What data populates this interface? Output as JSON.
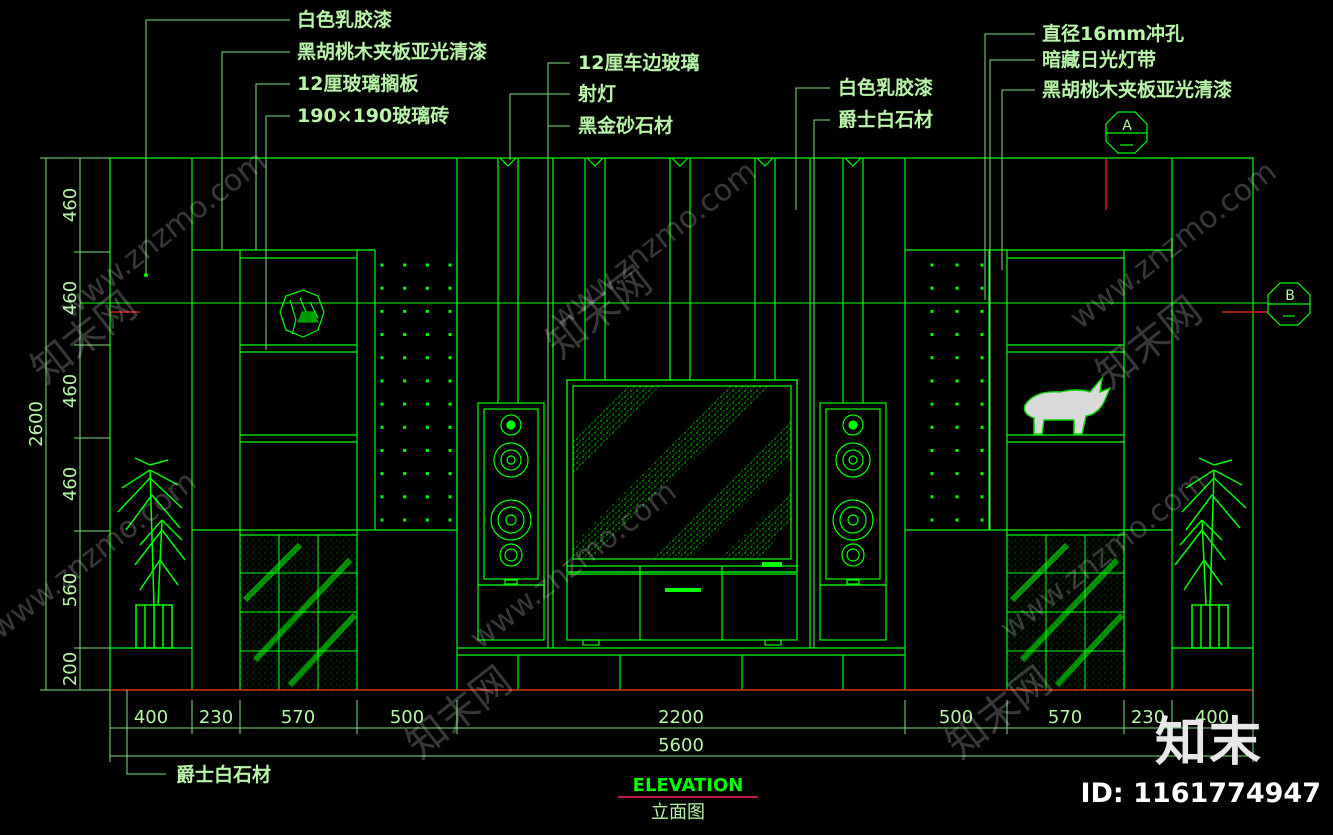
{
  "labels_left": {
    "white_latex_paint": "白色乳胶漆",
    "walnut_veneer": "黑胡桃木夹板亚光清漆",
    "glass_shelf": "12厘玻璃搁板",
    "glass_brick": "190×190玻璃砖"
  },
  "labels_center": {
    "edge_glass": "12厘车边玻璃",
    "spotlight": "射灯",
    "black_gold_stone": "黑金砂石材"
  },
  "labels_center_right": {
    "white_latex_paint": "白色乳胶漆",
    "jazz_white_stone": "爵士白石材"
  },
  "labels_right": {
    "punch_holes": "直径16mm冲孔",
    "hidden_light": "暗藏日光灯带",
    "walnut_veneer": "黑胡桃木夹板亚光清漆"
  },
  "label_bottom_left": "爵士白石材",
  "section_markers": {
    "a": "A",
    "b": "B"
  },
  "dimensions": {
    "vertical": [
      "460",
      "460",
      "460",
      "460",
      "560",
      "200"
    ],
    "vertical_total": "2600",
    "horizontal": [
      "400",
      "230",
      "570",
      "500",
      "2200",
      "500",
      "570",
      "230",
      "400"
    ],
    "horizontal_total": "5600"
  },
  "title": "ELEVATION",
  "subtitle": "立面图",
  "watermark": {
    "logo": "知末",
    "id": "ID: 1161774947",
    "site": "www.znzmo.com",
    "brand": "知末网"
  },
  "colors": {
    "background": "#000000",
    "linework": "#00ff00",
    "dim_lines": "#7fe07f",
    "section_line": "#ff2020",
    "title_line": "#ff2050"
  }
}
